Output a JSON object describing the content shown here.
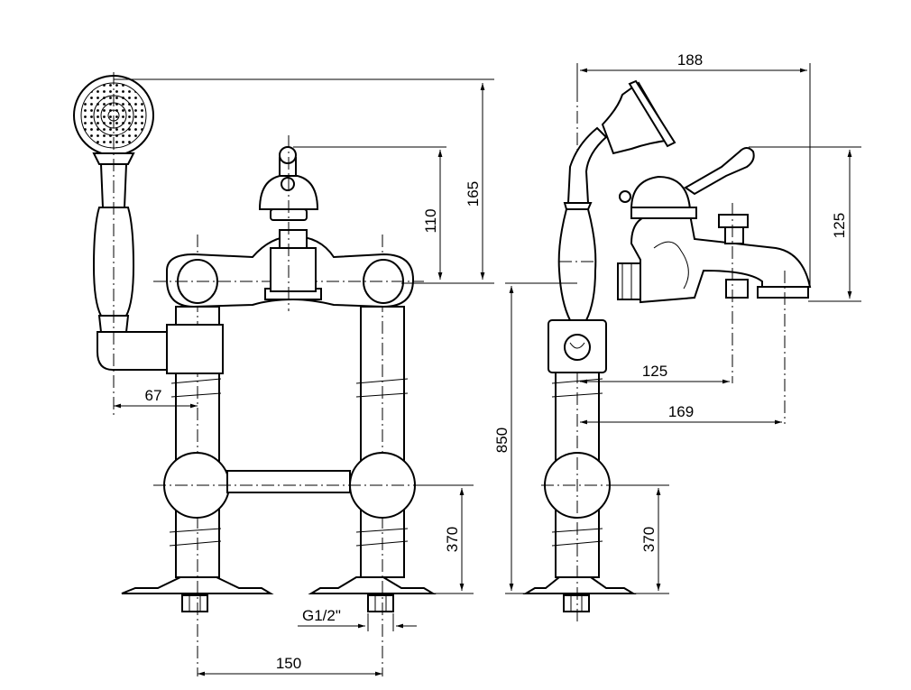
{
  "front_view": {
    "dim_handshower_height": "165",
    "dim_handle_height": "110",
    "dim_handshower_offset": "67",
    "dim_lower_height": "370",
    "dim_inlet_spacing": "150",
    "thread_label": "G1/2\""
  },
  "side_view": {
    "dim_width": "188",
    "dim_lever_height": "125",
    "dim_spout_reach": "125",
    "dim_spout_total": "169",
    "dim_total_height": "850",
    "dim_lower_height": "370"
  }
}
